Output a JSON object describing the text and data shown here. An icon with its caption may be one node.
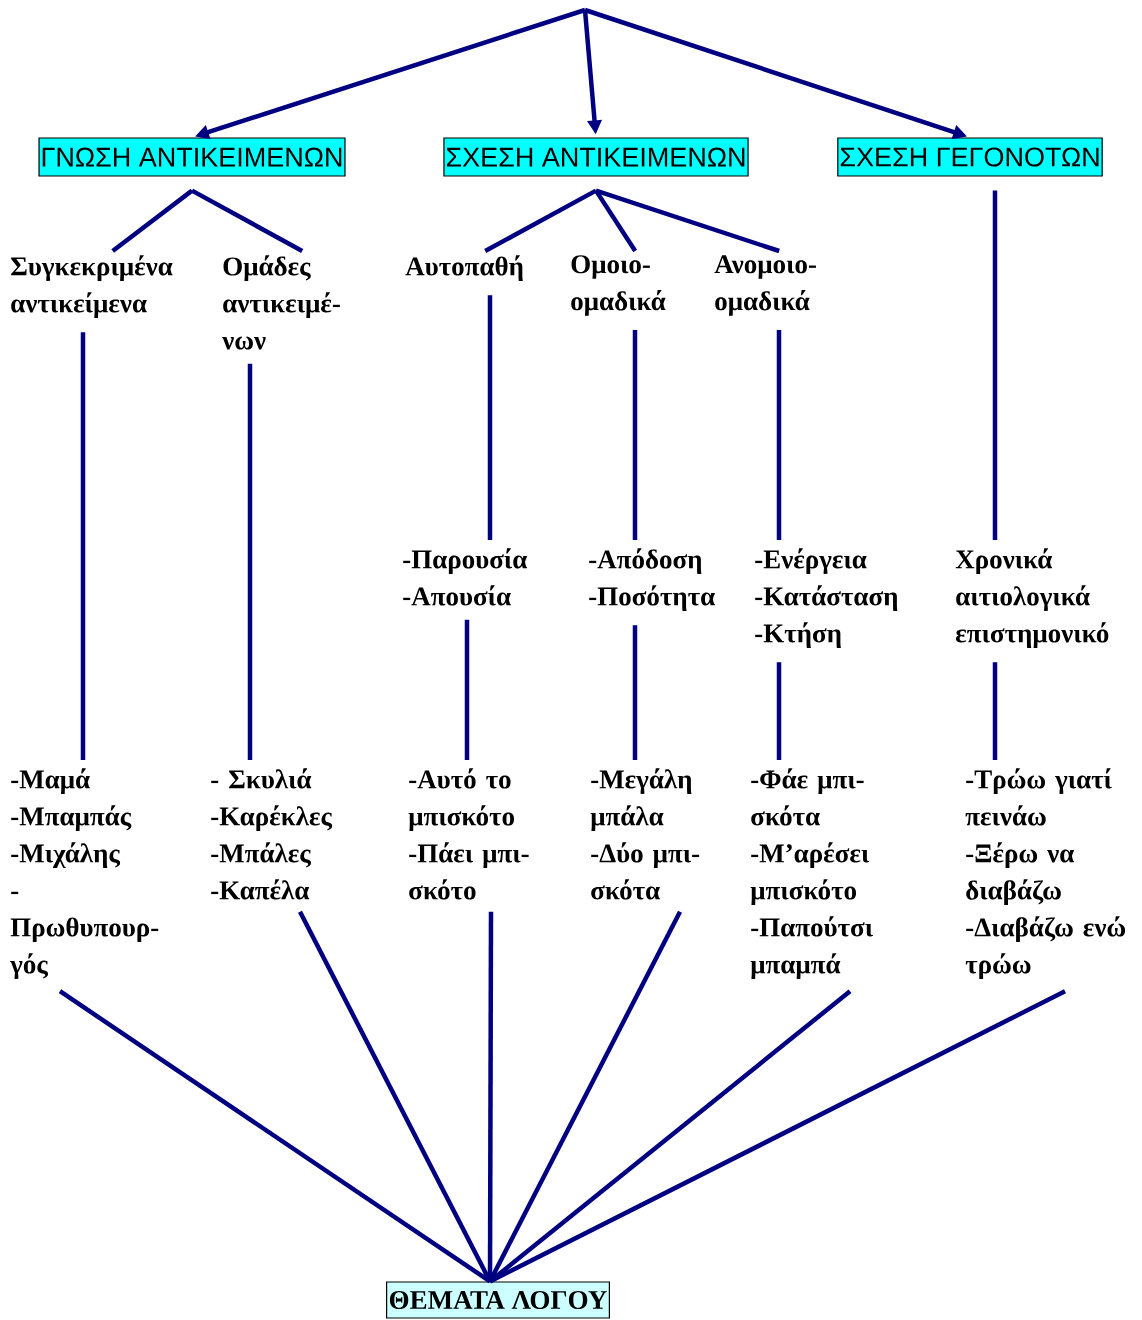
{
  "diagram": {
    "nodes": [
      {
        "text": [
          "ΓΝΩΣΗ ΑΝΤΙΚΕΙΜΕΝΩΝ"
        ]
      },
      {
        "text": [
          "ΣΧΕΣΗ ΑΝΤΙΚΕΙΜΕΝΩΝ"
        ]
      },
      {
        "text": [
          "ΣΧΕΣΗ ΓΕΓΟΝΟΤΩΝ"
        ]
      },
      {
        "text": [
          "Συγκεκριμένα αντικείμενα"
        ]
      },
      {
        "text": [
          "Ομάδες αντικειμέ- νων"
        ]
      },
      {
        "text": [
          "Αυτοπαθή"
        ]
      },
      {
        "text": [
          "Ομοιο- ομαδικά"
        ]
      },
      {
        "text": [
          "Ανομοιο- ομαδικά"
        ]
      },
      {
        "text": [
          "-Παρουσία",
          "-Απουσία"
        ]
      },
      {
        "text": [
          "-Απόδοση",
          "-Ποσότητα"
        ]
      },
      {
        "text": [
          "-Ενέργεια",
          "-Κατάσταση",
          "-Κτήση"
        ]
      },
      {
        "text": [
          "Χρονικά αιτιολογικά επιστημονικό"
        ]
      },
      {
        "text": [
          "-Μαμά",
          "-Μπαμπάς",
          "-Μιχάλης",
          "-Πρωθυπουρ- γός"
        ]
      },
      {
        "text": [
          "- Σκυλιά",
          "-Καρέκλες",
          "-Μπάλες",
          "-Καπέλα"
        ]
      },
      {
        "text": [
          "-Αυτό το μπισκότο",
          "-Πάει μπι- σκότο"
        ]
      },
      {
        "text": [
          "-Μεγάλη μπάλα",
          "-Δύο μπι- σκότα"
        ]
      },
      {
        "text": [
          "-Φάε μπι- σκότα",
          "-Μ’αρέσει μπισκότο",
          "-Παπούτσι μπαμπά"
        ]
      },
      {
        "text": [
          "-Τρώω γιατί πεινάω",
          "-Ξέρω να διαβάζω",
          "-Διαβάζω ενώ τρώω"
        ]
      },
      {
        "text": [
          "ΘΕΜΑΤΑ ΛΟΓΟΥ"
        ]
      }
    ],
    "edges": [
      {
        "from": null,
        "to": 0,
        "arrow": "to"
      },
      {
        "from": null,
        "to": 1,
        "arrow": "to"
      },
      {
        "from": null,
        "to": 2,
        "arrow": "to"
      },
      {
        "from": 0,
        "to": 3,
        "arrow": "none"
      },
      {
        "from": 0,
        "to": 4,
        "arrow": "none"
      },
      {
        "from": 1,
        "to": 5,
        "arrow": "none"
      },
      {
        "from": 1,
        "to": 6,
        "arrow": "none"
      },
      {
        "from": 1,
        "to": 7,
        "arrow": "none"
      },
      {
        "from": 2,
        "to": 11,
        "arrow": "none"
      },
      {
        "from": 5,
        "to": 8,
        "arrow": "none"
      },
      {
        "from": 6,
        "to": 9,
        "arrow": "none"
      },
      {
        "from": 7,
        "to": 10,
        "arrow": "none"
      },
      {
        "from": 3,
        "to": 12,
        "arrow": "none"
      },
      {
        "from": 4,
        "to": 13,
        "arrow": "none"
      },
      {
        "from": 8,
        "to": 14,
        "arrow": "none"
      },
      {
        "from": 9,
        "to": 15,
        "arrow": "none"
      },
      {
        "from": 10,
        "to": 16,
        "arrow": "none"
      },
      {
        "from": 11,
        "to": 17,
        "arrow": "none"
      },
      {
        "from": 12,
        "to": 18,
        "arrow": "none"
      },
      {
        "from": 13,
        "to": 18,
        "arrow": "none"
      },
      {
        "from": 14,
        "to": 18,
        "arrow": "none"
      },
      {
        "from": 15,
        "to": 18,
        "arrow": "none"
      },
      {
        "from": 16,
        "to": 18,
        "arrow": "none"
      },
      {
        "from": 17,
        "to": 18,
        "arrow": "none"
      }
    ]
  }
}
